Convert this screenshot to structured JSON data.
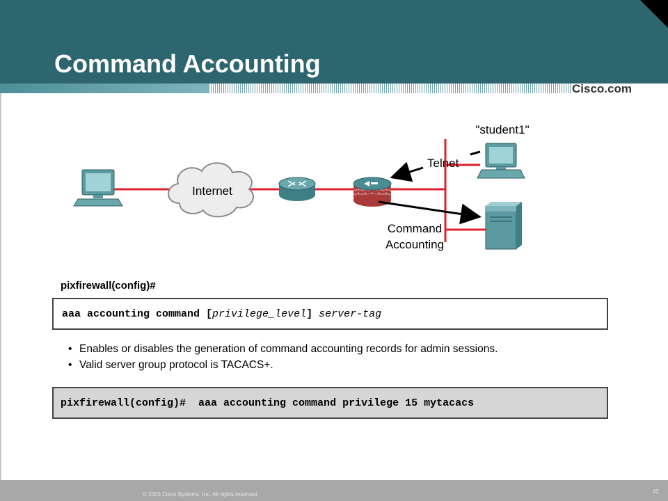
{
  "slide": {
    "title": "Command Accounting",
    "brand": "Cisco.com"
  },
  "diagram": {
    "cloud_label": "Internet",
    "user_label": "\"student1\"",
    "telnet_label": "Telnet",
    "accounting_label_line1": "Command",
    "accounting_label_line2": "Accounting"
  },
  "syntax": {
    "prompt": "pixfirewall(config)#",
    "keywords": "aaa accounting command [",
    "param": "privilege_level",
    "close": "]",
    "arg": "server-tag"
  },
  "bullets": [
    "Enables or disables the generation of command accounting records for admin sessions.",
    "Valid server group protocol is TACACS+."
  ],
  "example": {
    "command": "pixfirewall(config)#  aaa accounting command privilege 15 mytacacs"
  },
  "footer": {
    "copyright": "© 2005 Cisco Systems, Inc. All rights reserved.",
    "page_number": "42"
  },
  "colors": {
    "header": "#2e6670",
    "link": "#e0202a",
    "device": "#5a9aa0"
  }
}
